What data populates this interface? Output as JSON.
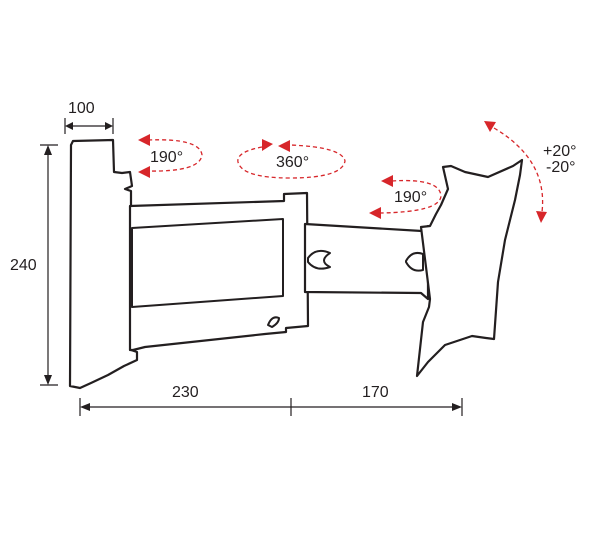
{
  "dimensions": {
    "wall_plate_depth": "100",
    "height": "240",
    "arm_first_length": "230",
    "arm_second_length": "170"
  },
  "rotations": {
    "wall_joint": "190°",
    "middle_joint": "360°",
    "head_joint": "190°",
    "tilt_up": "+20°",
    "tilt_down": "-20°"
  },
  "colors": {
    "outline": "#231f20",
    "rotation_arrows": "#d7262a"
  }
}
